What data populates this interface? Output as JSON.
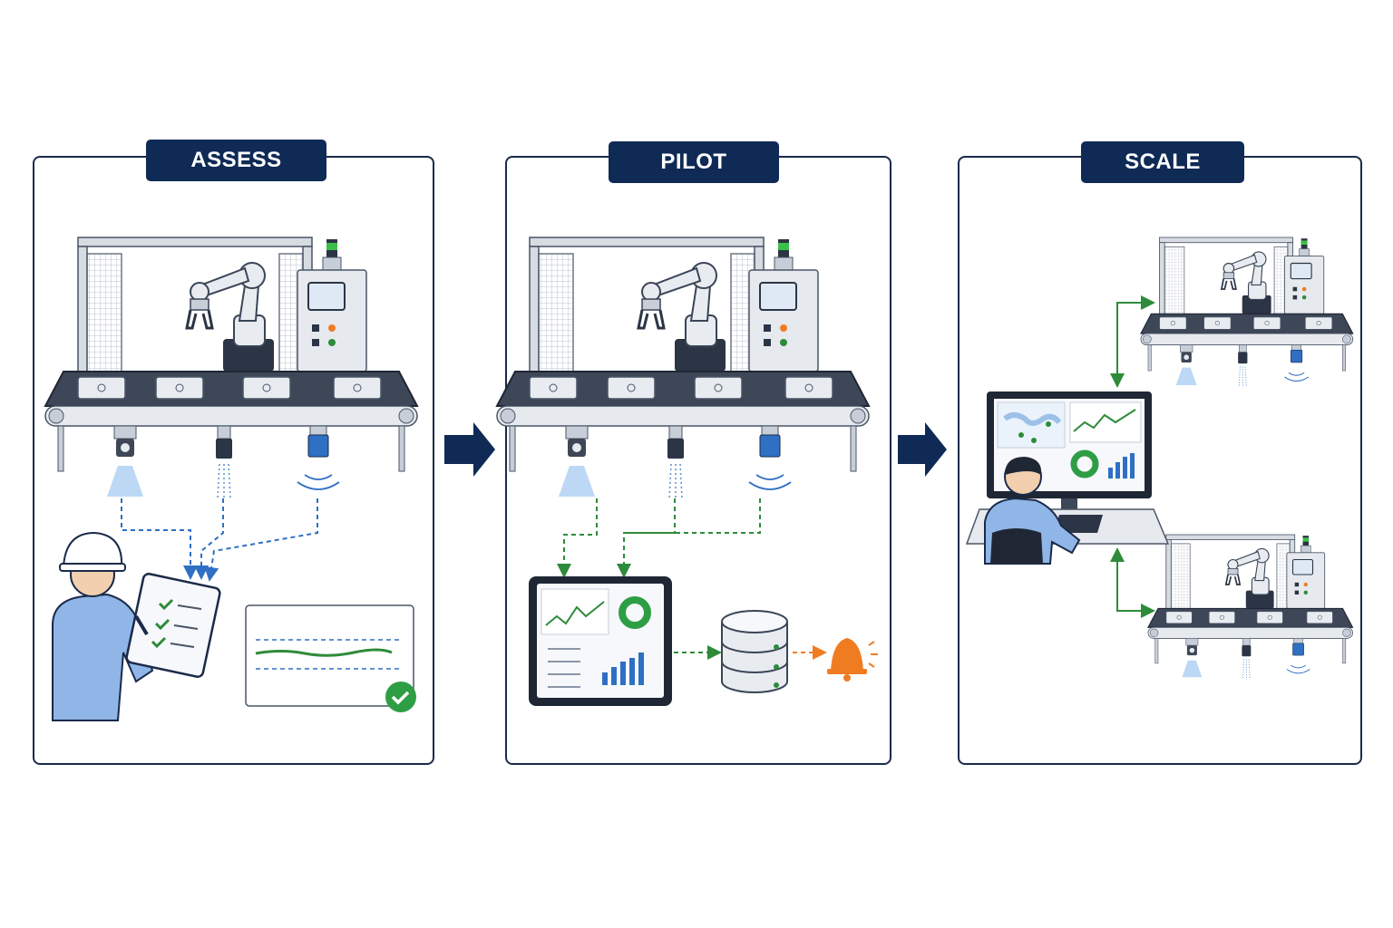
{
  "phases": [
    {
      "label": "ASSESS"
    },
    {
      "label": "PILOT"
    },
    {
      "label": "SCALE"
    }
  ],
  "colors": {
    "navy": "#0f2a55",
    "panel_border": "#1b2a4a",
    "green": "#2e8b3a",
    "blue_dash": "#2f6fc4",
    "orange": "#f07c22",
    "light_blue": "#bcd8f5",
    "shirt_blue": "#8fb6e6"
  },
  "icons": [
    "robot-arm-icon",
    "conveyor-icon",
    "camera-sensor-icon",
    "spray-sensor-icon",
    "wireless-sensor-icon",
    "control-cabinet-icon",
    "worker-icon",
    "clipboard-icon",
    "chart-card-icon",
    "check-icon",
    "tablet-dashboard-icon",
    "database-icon",
    "bell-icon",
    "monitor-dashboard-icon",
    "operator-icon",
    "arrow-icon"
  ]
}
